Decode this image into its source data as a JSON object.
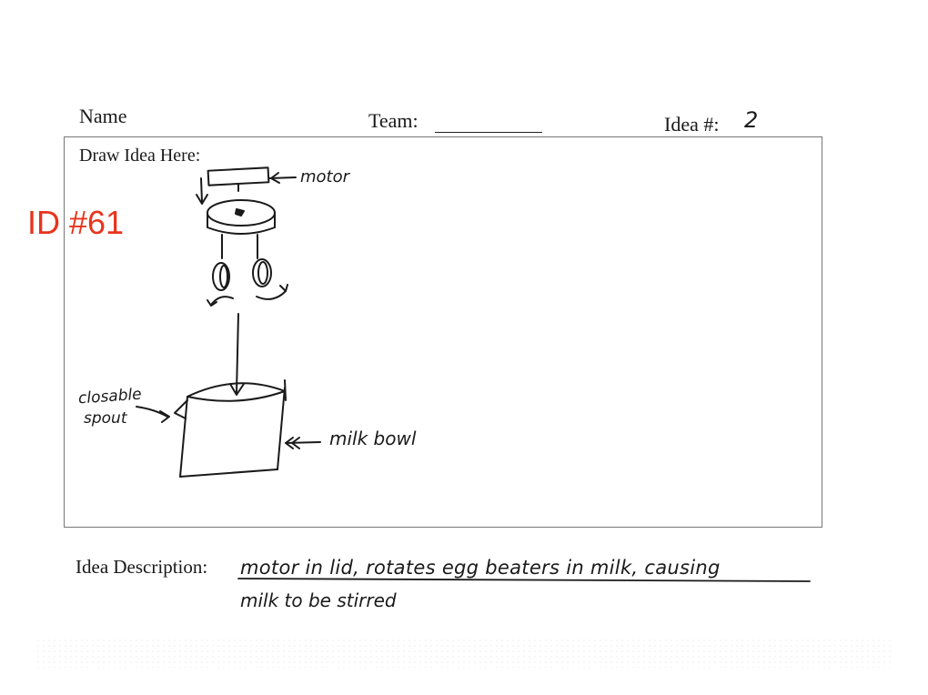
{
  "form": {
    "name_label": "Name",
    "team_label": "Team:",
    "idea_label": "Idea #:",
    "idea_number": "2",
    "draw_label": "Draw Idea Here:",
    "description_label": "Idea Description:"
  },
  "overlay": {
    "id_tag": "ID #61",
    "id_color": "#e8341c"
  },
  "sketch_labels": {
    "motor": "motor",
    "closable_spout_line1": "closable",
    "closable_spout_line2": "spout",
    "milk_bowl": "milk bowl"
  },
  "description": {
    "line1": "motor in lid, rotates egg beaters in milk, causing",
    "line2": "milk to be stirred"
  }
}
